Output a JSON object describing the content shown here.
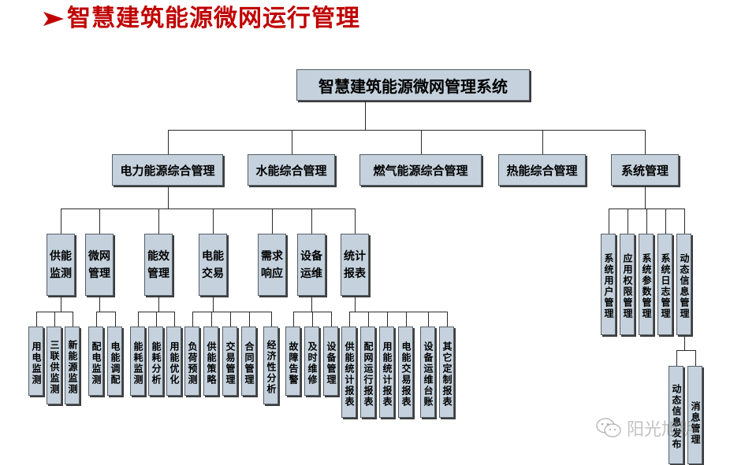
{
  "title": "智慧建筑能源微网运行管理",
  "root": "智慧建筑能源微网管理系统",
  "level1": [
    "电力能源综合管理",
    "水能综合管理",
    "燃气能源综合管理",
    "热能综合管理",
    "系统管理"
  ],
  "electric": [
    {
      "label": "供能监测",
      "children": [
        "用电监测",
        "三联供监测",
        "新能源监测"
      ]
    },
    {
      "label": "微网管理",
      "children": [
        "配电监测",
        "电能调配"
      ]
    },
    {
      "label": "能效管理",
      "children": [
        "能耗监测",
        "能耗分析",
        "用能优化"
      ]
    },
    {
      "label": "电能交易",
      "children": [
        "负荷预测",
        "供能策略",
        "交易管理",
        "合同管理",
        "经济性分析"
      ]
    },
    {
      "label": "需求响应",
      "children": []
    },
    {
      "label": "设备运维",
      "children": [
        "故障告警",
        "及时维修",
        "设备管理"
      ]
    },
    {
      "label": "统计报表",
      "children": [
        "供能统计报表",
        "配网运行报表",
        "用能统计报表",
        "电能交易报表",
        "设备运维台账",
        "其它定制报表"
      ]
    }
  ],
  "system": [
    {
      "label": "系统用户管理",
      "children": []
    },
    {
      "label": "应用权限管理",
      "children": []
    },
    {
      "label": "系统参数管理",
      "children": []
    },
    {
      "label": "系统日志管理",
      "children": []
    },
    {
      "label": "动态信息管理",
      "children": [
        "动态信息发布",
        "消息管理"
      ]
    }
  ],
  "watermark": "阳光旭明",
  "colors": {
    "title": "#c00000",
    "node_fill": "#c5d2dd",
    "node_border": "#555e66",
    "connector": "#2b2b2b"
  }
}
